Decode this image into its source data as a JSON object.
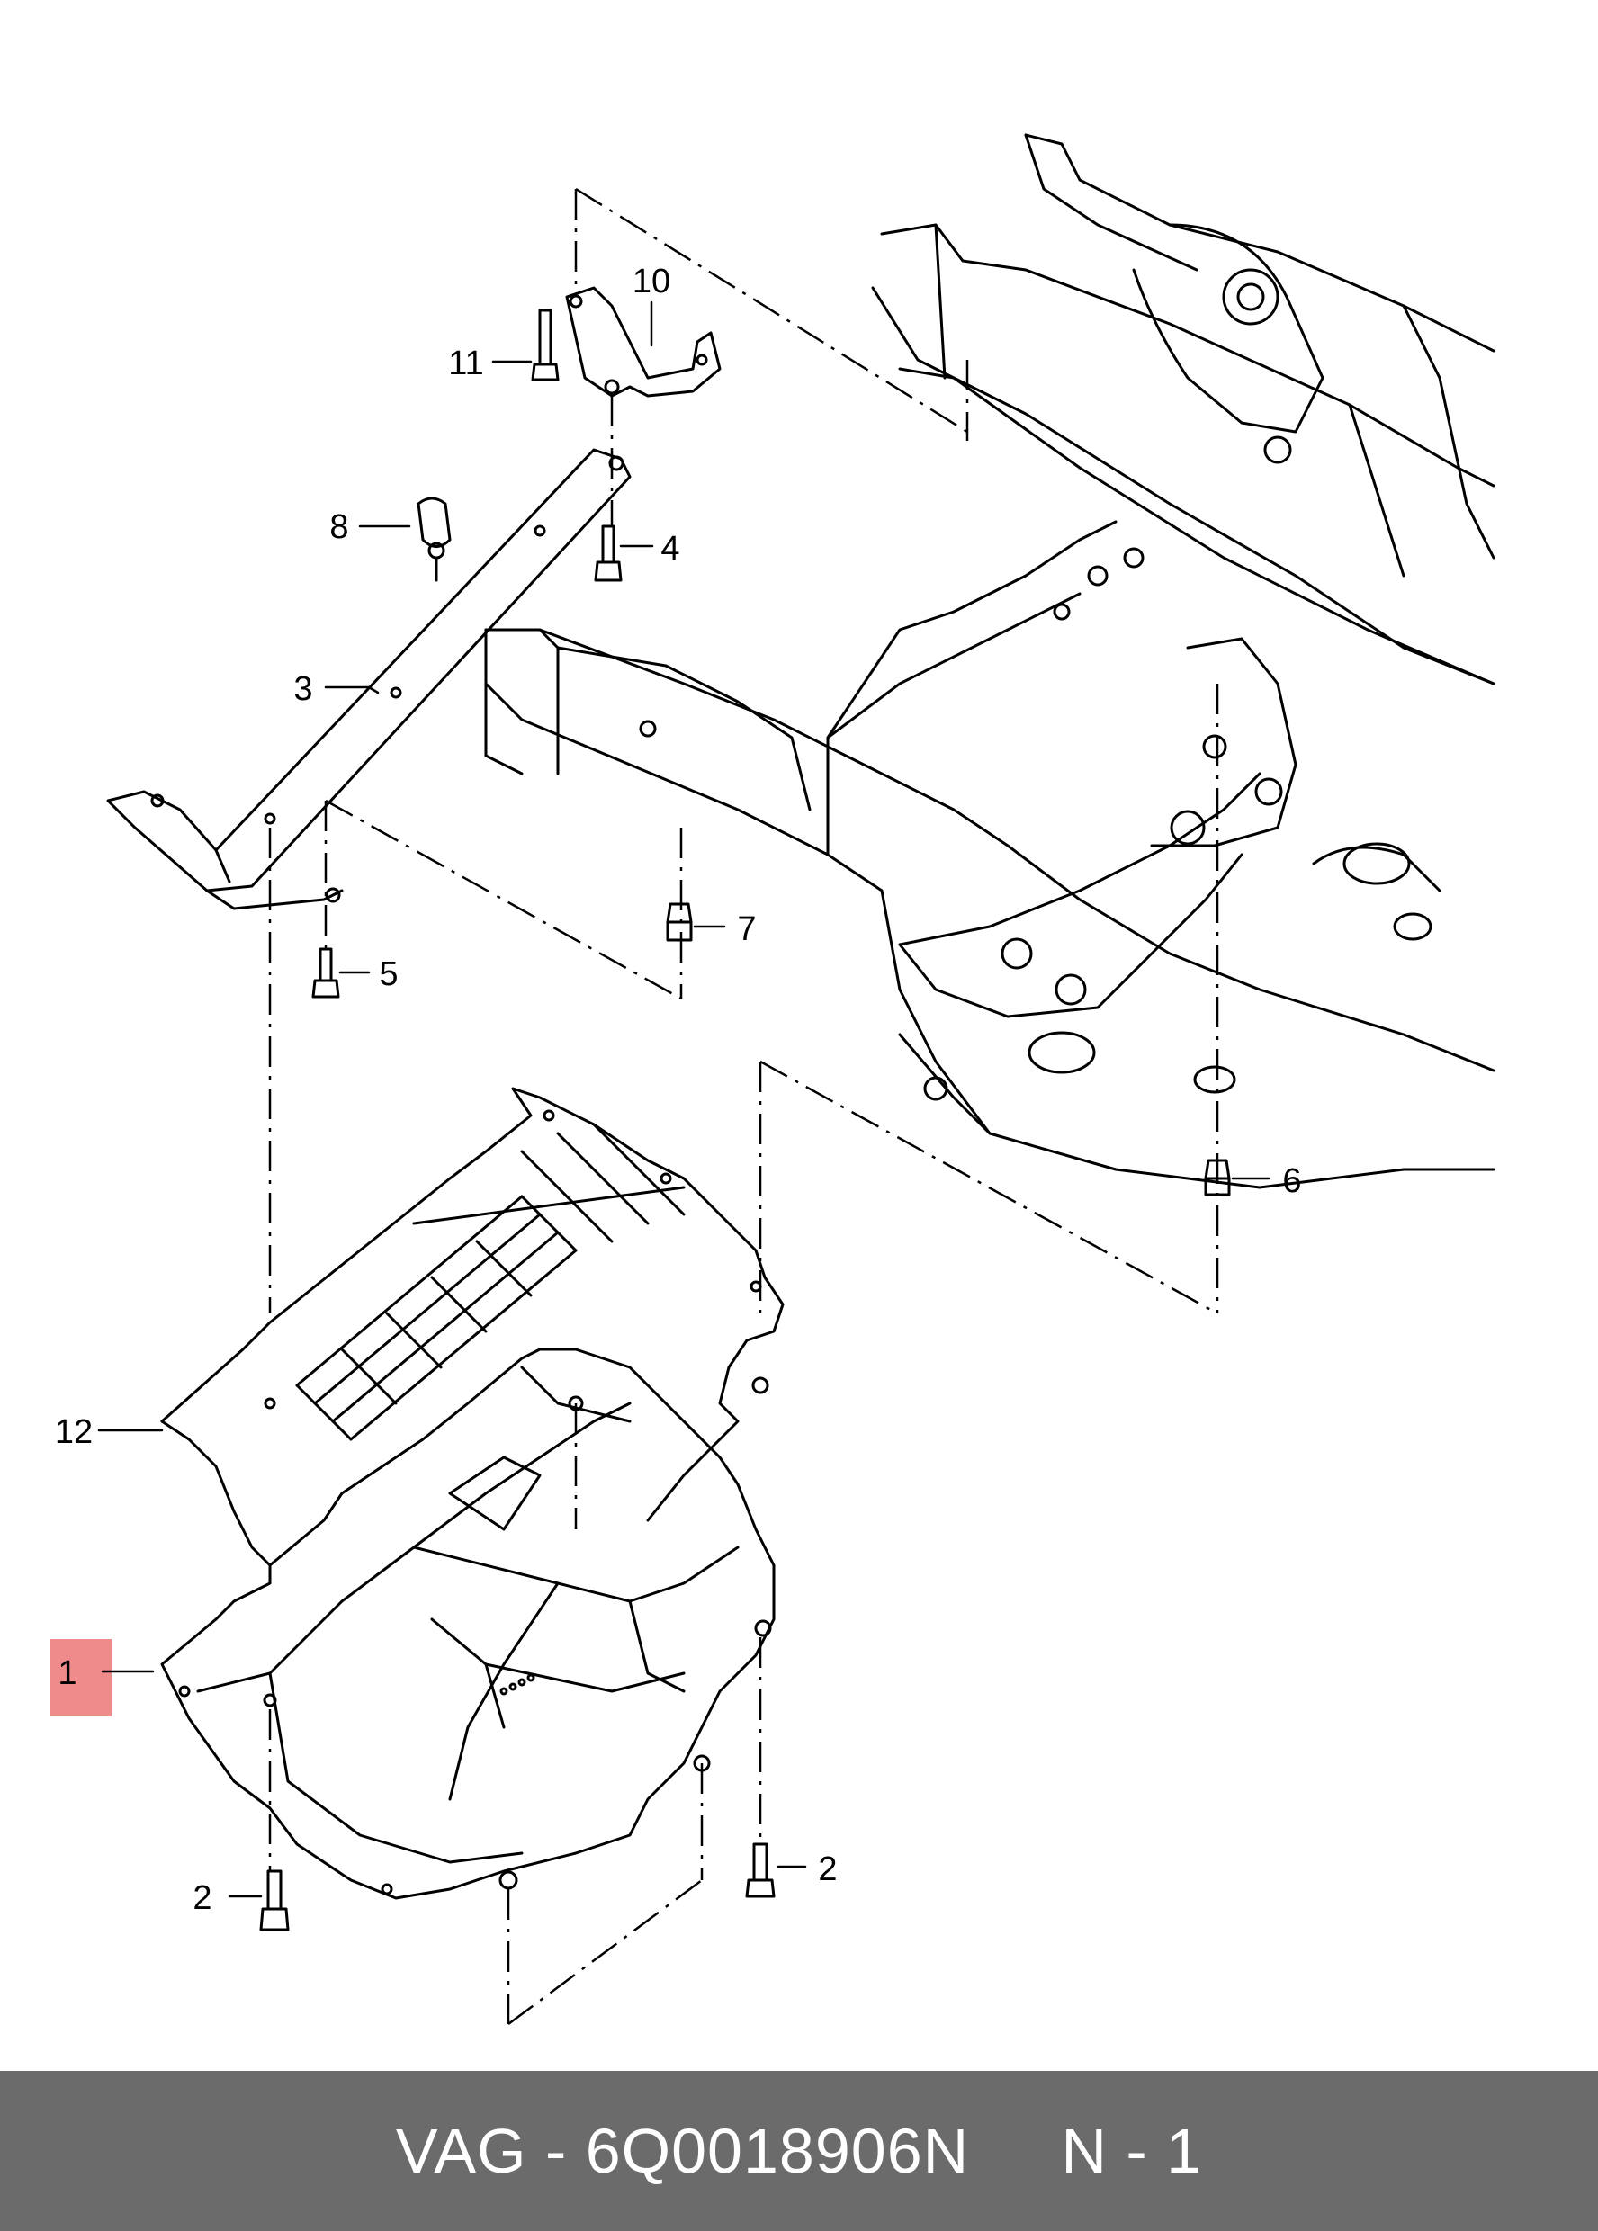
{
  "callouts": {
    "c1": "1",
    "c2a": "2",
    "c2b": "2",
    "c3": "3",
    "c4": "4",
    "c5": "5",
    "c6": "6",
    "c7": "7",
    "c8": "8",
    "c10": "10",
    "c11": "11",
    "c12": "12"
  },
  "highlight_color": "#f08b8b",
  "footer": {
    "text": "VAG - 6Q0018906N     N - 1",
    "background": "#6b6b6b",
    "color": "#ffffff"
  }
}
